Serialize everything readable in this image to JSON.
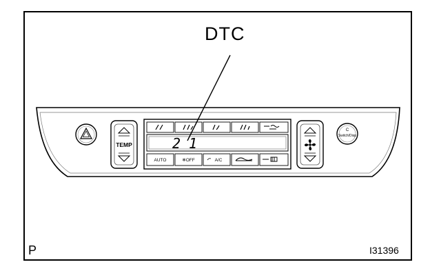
{
  "figure": {
    "callout_label": "DTC",
    "corner_label": "P",
    "figure_id": "I31396"
  },
  "panel": {
    "display_code": "2 1",
    "temp_label": "TEMP",
    "bottom_buttons": [
      "AUTO",
      "❄OFF",
      "A/C"
    ],
    "switch_label": "C",
    "switch_sublabel": "Switch/Disp"
  }
}
